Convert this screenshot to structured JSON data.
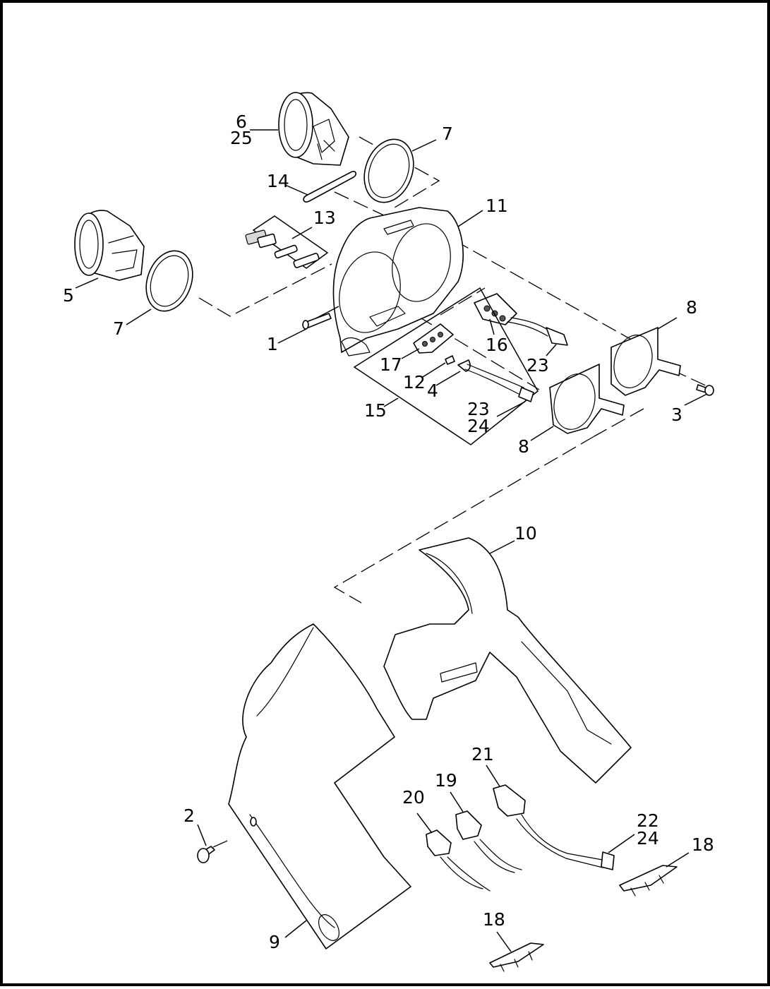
{
  "diagram": {
    "callouts": {
      "c1": "1",
      "c2": "2",
      "c3": "3",
      "c4": "4",
      "c5": "5",
      "c6": "6",
      "c25": "25",
      "c7a": "7",
      "c7b": "7",
      "c8a": "8",
      "c8b": "8",
      "c9": "9",
      "c10": "10",
      "c11": "11",
      "c12": "12",
      "c13": "13",
      "c14": "14",
      "c15": "15",
      "c16": "16",
      "c17": "17",
      "c18a": "18",
      "c18b": "18",
      "c19": "19",
      "c20": "20",
      "c21": "21",
      "c22": "22",
      "c24a": "24",
      "c23a": "23",
      "c23b": "23",
      "c24b": "24"
    }
  }
}
